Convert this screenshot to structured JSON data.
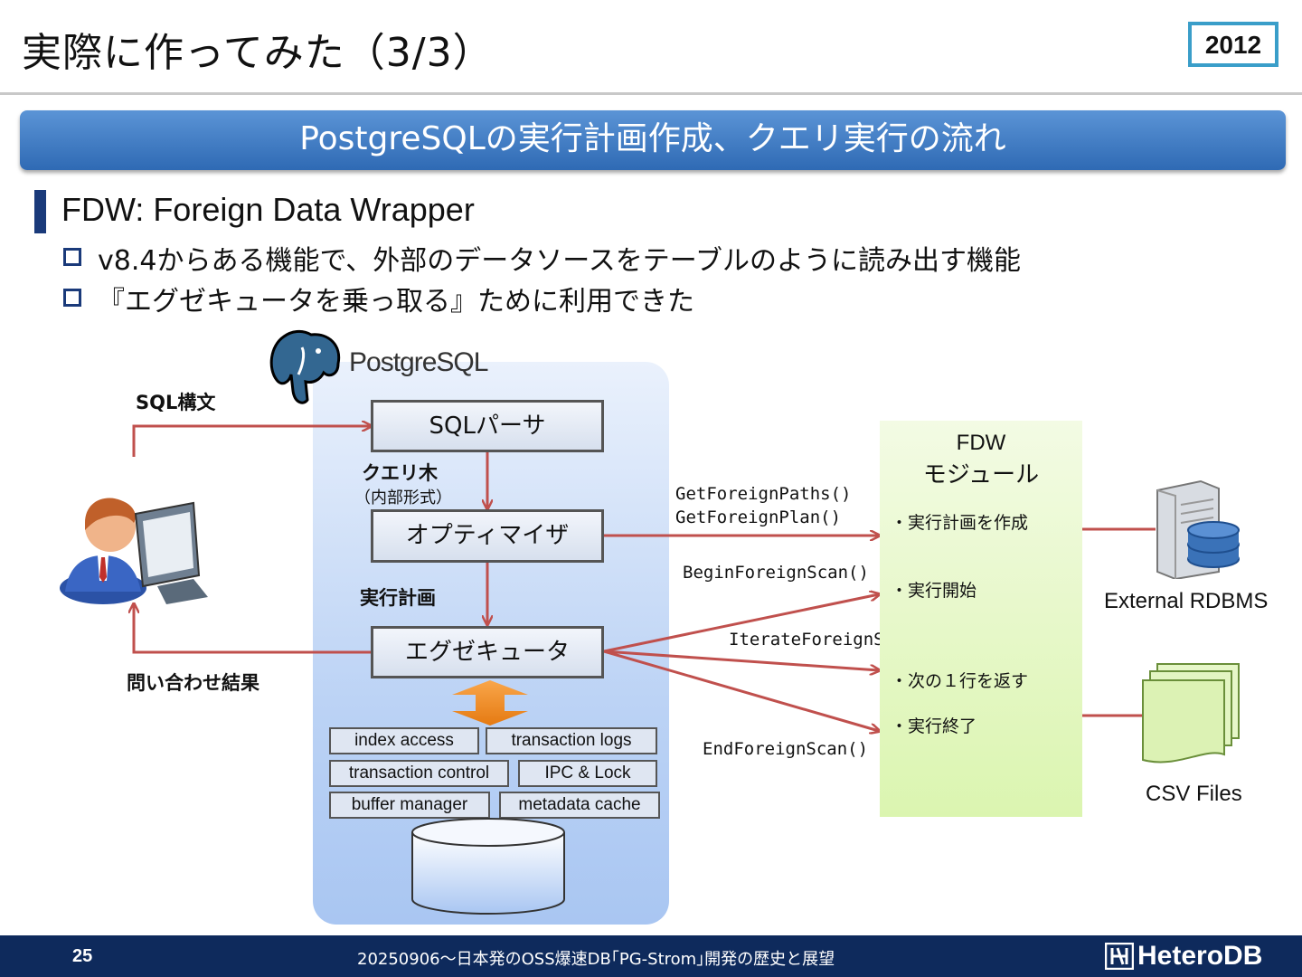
{
  "header": {
    "title": "実際に作ってみた（3/3）",
    "year_badge": "2012"
  },
  "banner": {
    "text": "PostgreSQLの実行計画作成、クエリ実行の流れ"
  },
  "section": {
    "heading": "FDW: Foreign Data Wrapper",
    "bullets": [
      "v8.4からある機能で、外部のデータソースをテーブルのように読み出す機能",
      "『エグゼキュータを乗っ取る』ために利用できた"
    ]
  },
  "diagram": {
    "postgres_logo_text": "PostgreSQL",
    "sql_syntax_label": "SQL構文",
    "query_result_label": "問い合わせ結果",
    "boxes": {
      "parser": "SQLパーサ",
      "optimizer": "オプティマイザ",
      "executor": "エグゼキュータ"
    },
    "query_tree_label": "クエリ木",
    "query_tree_sub": "（内部形式）",
    "plan_label": "実行計画",
    "internals": [
      "index access",
      "transaction logs",
      "transaction control",
      "IPC & Lock",
      "buffer manager",
      "metadata cache"
    ],
    "fdw_title_1": "FDW",
    "fdw_title_2": "モジュール",
    "fdw_items": [
      "・実行計画を作成",
      "・実行開始",
      "・次の１行を返す",
      "・実行終了"
    ],
    "api": [
      "GetForeignPaths()",
      "GetForeignPlan()",
      "BeginForeignScan()",
      "IterateForeignScan()",
      "EndForeignScan()"
    ],
    "external_rdbms": "External RDBMS",
    "csv_files": "CSV Files"
  },
  "footer": {
    "page_number": "25",
    "text": "20250906～日本発のOSS爆速DB｢PG-Strom｣開発の歴史と展望",
    "logo": "HeteroDB"
  },
  "colors": {
    "banner": "#2f6ab4",
    "arrow": "#c0504d",
    "footer": "#0e2a5c",
    "accent": "#1a3a7a"
  }
}
